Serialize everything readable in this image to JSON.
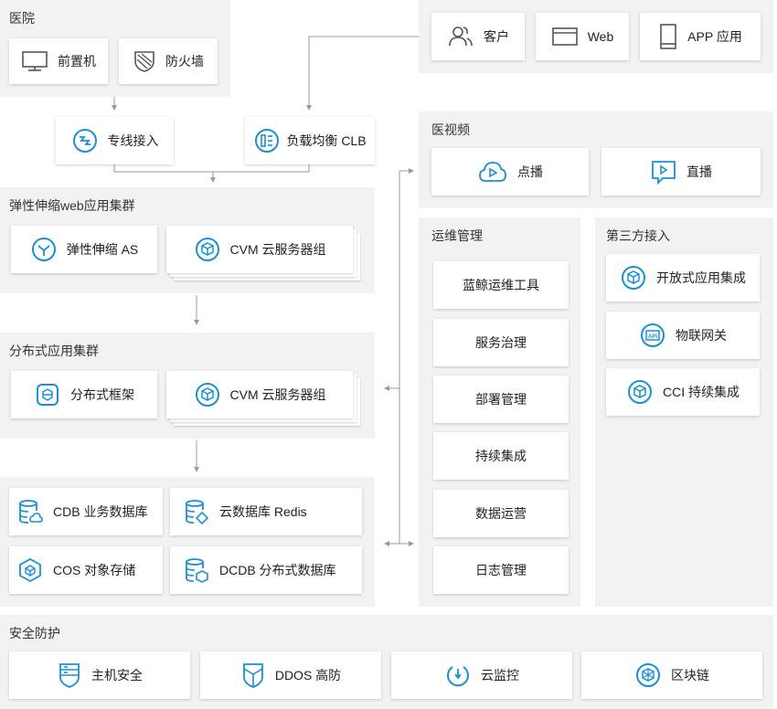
{
  "hospital": {
    "title": "医院",
    "items": [
      "前置机",
      "防火墙"
    ]
  },
  "access": {
    "items": [
      "专线接入",
      "负载均衡 CLB"
    ]
  },
  "clients": {
    "items": [
      "客户",
      "Web",
      "APP 应用"
    ]
  },
  "elastic": {
    "title": "弹性伸缩web应用集群",
    "items": [
      "弹性伸缩 AS",
      "CVM 云服务器组"
    ]
  },
  "distributed": {
    "title": "分布式应用集群",
    "items": [
      "分布式框架",
      "CVM 云服务器组"
    ]
  },
  "storage": {
    "items": [
      "CDB 业务数据库",
      "云数据库 Redis",
      "COS 对象存储",
      "DCDB 分布式数据库"
    ]
  },
  "video": {
    "title": "医视频",
    "items": [
      "点播",
      "直播"
    ]
  },
  "ops": {
    "title": "运维管理",
    "items": [
      "蓝鲸运维工具",
      "服务治理",
      "部署管理",
      "持续集成",
      "数据运营",
      "日志管理"
    ]
  },
  "third": {
    "title": "第三方接入",
    "items": [
      "开放式应用集成",
      "物联网关",
      "CCI 持续集成"
    ]
  },
  "security": {
    "title": "安全防护",
    "items": [
      "主机安全",
      "DDOS 高防",
      "云监控",
      "区块链"
    ]
  },
  "colors": {
    "accent": "#1a8fd6",
    "panel": "#f2f2f2",
    "icon_gray": "#555555",
    "line": "#9a9a9a"
  }
}
